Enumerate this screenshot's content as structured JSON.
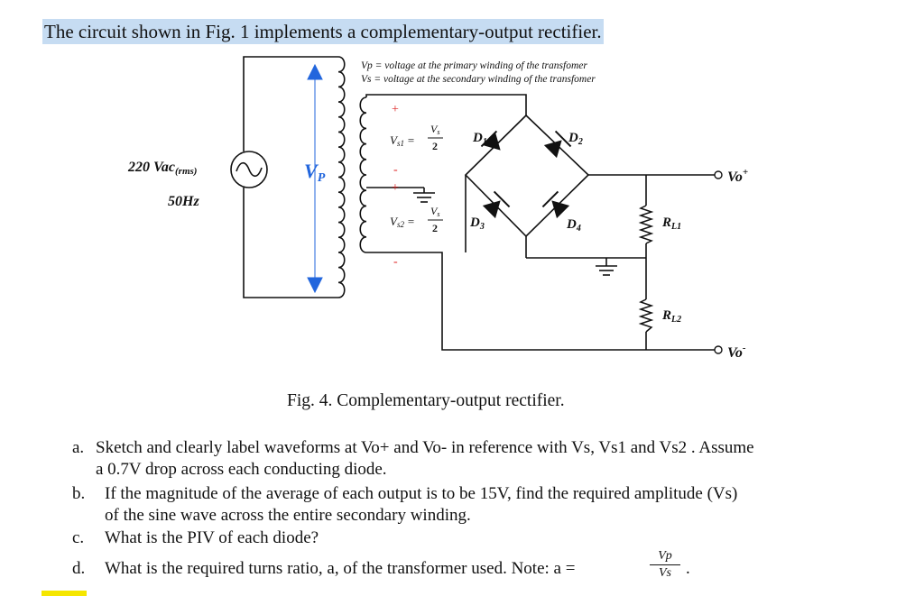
{
  "title": "The circuit shown in Fig. 1 implements a complementary-output rectifier.",
  "notes": {
    "vp": "Vp = voltage at the primary winding of the transfomer",
    "vs": "Vs = voltage at the secondary winding of the transfomer"
  },
  "source": {
    "voltage": "220 Vac",
    "rms": "(rms)",
    "freq": "50Hz"
  },
  "labels": {
    "vp_main": "V",
    "vp_sub": "P",
    "vs1_v": "V",
    "vs1_sub": "s1",
    "vs2_v": "V",
    "vs2_sub": "s2",
    "frac_num": "V",
    "frac_num_sub": "s",
    "frac_den": "2",
    "equals": "=",
    "plus": "+",
    "minus": "-",
    "d1": "D",
    "d1_sub": "1",
    "d2": "D",
    "d2_sub": "2",
    "d3": "D",
    "d3_sub": "3",
    "d4": "D",
    "d4_sub": "4",
    "rl1": "R",
    "rl1_sub": "L1",
    "rl2": "R",
    "rl2_sub": "L2",
    "vo_plus": "Vo",
    "vo_plus_sup": "+",
    "vo_minus": "Vo",
    "vo_minus_sup": "-"
  },
  "caption": "Fig. 4. Complementary-output rectifier.",
  "questions": [
    {
      "label": "a.",
      "line1": "Sketch and clearly label waveforms at Vo+ and Vo- in reference with Vs, Vs1 and Vs2 . Assume",
      "line2": "a 0.7V drop across each conducting diode."
    },
    {
      "label": "b.",
      "line1": "If the magnitude of the average of each output is to be 15V, find the required amplitude (Vs)",
      "line2": "of the sine wave across the entire secondary winding."
    },
    {
      "label": "c.",
      "line1": "What is the PIV of each diode?"
    },
    {
      "label": "d.",
      "line1": "What is the required turns ratio, a, of the transformer used. Note: a ="
    }
  ],
  "ratio": {
    "num": "Vp",
    "den": "Vs"
  }
}
